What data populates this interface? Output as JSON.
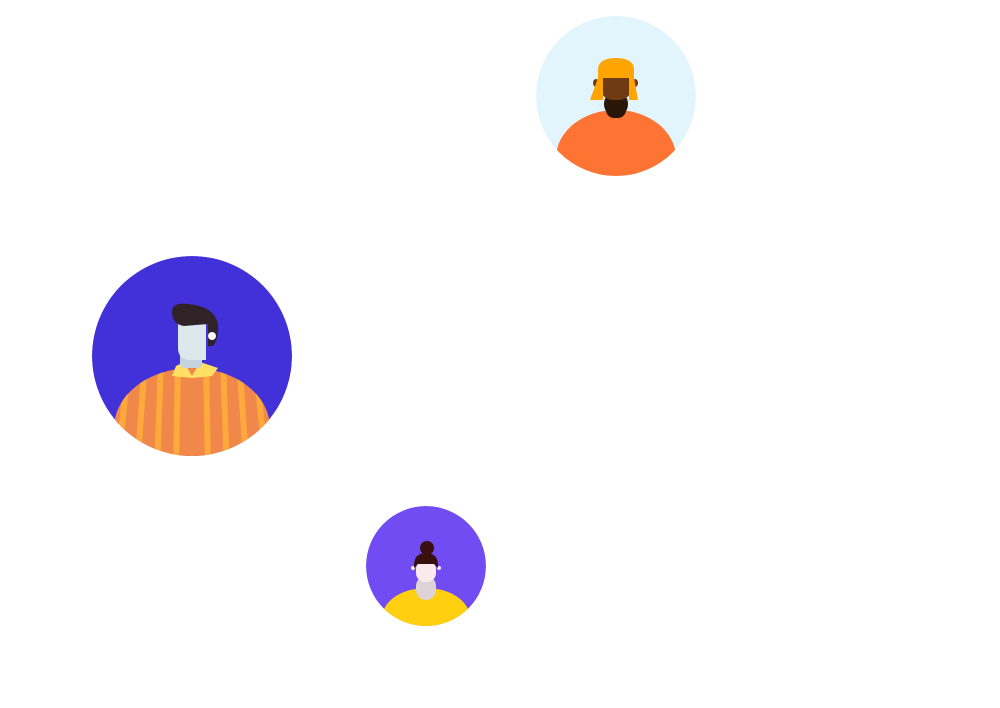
{
  "avatars": [
    {
      "id": "avatar-top",
      "icon": "person-with-yellow-hair-icon",
      "background_color": "#E2F5FC",
      "shirt_color": "#FF7433",
      "hair_color": "#FFA400",
      "skin_color": "#6E3B14"
    },
    {
      "id": "avatar-left",
      "icon": "person-with-striped-shirt-icon",
      "background_color": "#4230D8",
      "shirt_color": "#F0884A",
      "stripe_color": "#FFA83C",
      "collar_color": "#FFE064",
      "hair_color": "#2F2327",
      "skin_color": "#DCE7EE"
    },
    {
      "id": "avatar-bottom",
      "icon": "person-with-hair-bun-icon",
      "background_color": "#704CF2",
      "shirt_color": "#FFCF10",
      "hair_color": "#3A0F0F",
      "skin_color": "#FBE9EC"
    }
  ]
}
